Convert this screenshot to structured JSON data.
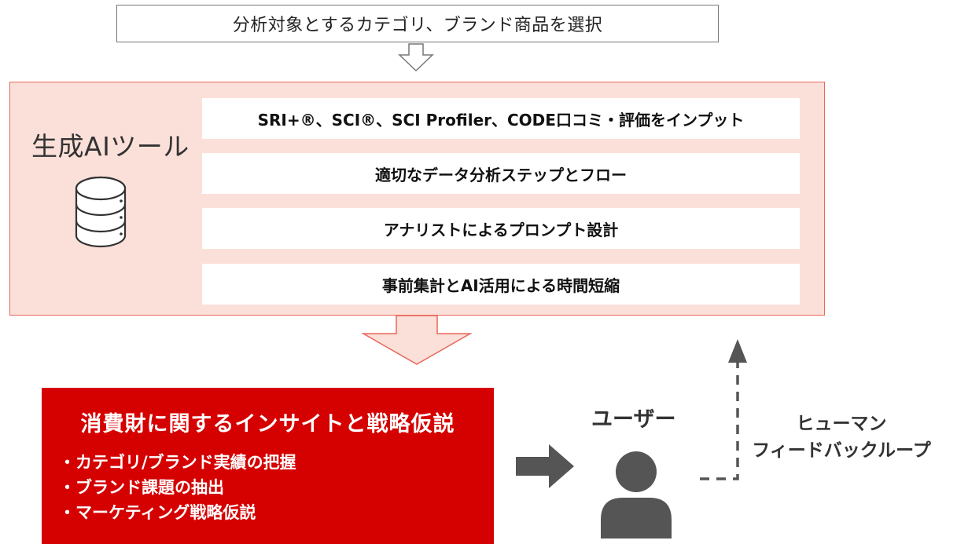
{
  "top_instruction": "分析対象とするカテゴリ、ブランド商品を選択",
  "ai_panel": {
    "title": "生成AIツール",
    "steps": [
      "SRI+®、SCI®、SCI Profiler、CODE口コミ・評価をインプット",
      "適切なデータ分析ステップとフロー",
      "アナリストによるプロンプト設計",
      "事前集計とAI活用による時間短縮"
    ]
  },
  "result": {
    "title": "消費財に関するインサイトと戦略仮説",
    "bullets": [
      "・カテゴリ/ブランド実績の把握",
      "・ブランド課題の抽出",
      "・マーケティング戦略仮説"
    ]
  },
  "user_label": "ユーザー",
  "feedback_loop": {
    "line1": "ヒューマン",
    "line2": "フィードバックループ"
  },
  "colors": {
    "panel_fill": "#fbe0d9",
    "panel_border": "#e8675b",
    "result_fill": "#d50000",
    "arrow_gray": "#555555"
  },
  "icons": [
    "database-icon",
    "user-icon"
  ]
}
